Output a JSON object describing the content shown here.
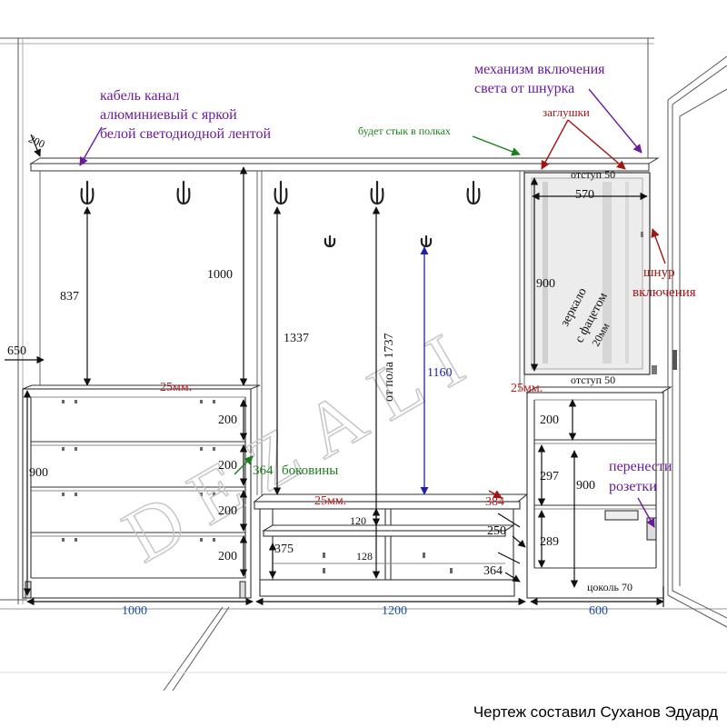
{
  "watermark": "DEZALI",
  "annotations": {
    "cable_channel": [
      "кабель канал",
      "алюминиевый с яркой",
      "белой светодиодной лентой"
    ],
    "light_mechanism": [
      "механизм включения",
      "света от шнурка"
    ],
    "joint": "будет стык в полках",
    "plugs": "заглушки",
    "cord": [
      "шнур",
      "включения"
    ],
    "sockets": [
      "перенести",
      "розетки"
    ],
    "sides": "боковины",
    "mirror": [
      "зеркало",
      "с фацетом",
      "20мм"
    ],
    "offset_top": "отступ 50",
    "offset_bottom": "отступ 50",
    "plinth": "цоколь 70",
    "from_floor": "от пола 1737"
  },
  "dimensions": {
    "d200_top": "200",
    "d650": "650",
    "d837": "837",
    "d1000": "1000",
    "d1337": "1337",
    "d1160": "1160",
    "d570": "570",
    "d900_mirror": "900",
    "d25_left": "25мм.",
    "d25_right": "25мм.",
    "d25_bench": "25мм.",
    "d900_left": "900",
    "d200_a": "200",
    "d200_b": "200",
    "d200_c": "200",
    "d200_d": "200",
    "d364_sides": "364",
    "d384": "384",
    "d120": "120",
    "d375": "375",
    "d128": "128",
    "d250": "250",
    "d364_bottom": "364",
    "d200_right": "200",
    "d297": "297",
    "d289": "289",
    "d900_right": "900",
    "w1000": "1000",
    "w1200": "1200",
    "w600": "600"
  },
  "credit": "Чертеж составил Суханов Эдуард"
}
